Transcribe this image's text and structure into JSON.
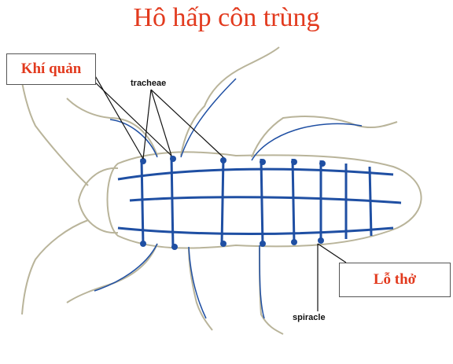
{
  "title": "Hô hấp côn trùng",
  "labels": {
    "khi_quan": "Khí quản",
    "lo_tho": "Lỗ thở",
    "tracheae": "tracheae",
    "spiracle": "spiracle"
  },
  "colors": {
    "title": "#e23a1e",
    "trachea": "#1f4fa3",
    "outline": "#b9b49a"
  }
}
